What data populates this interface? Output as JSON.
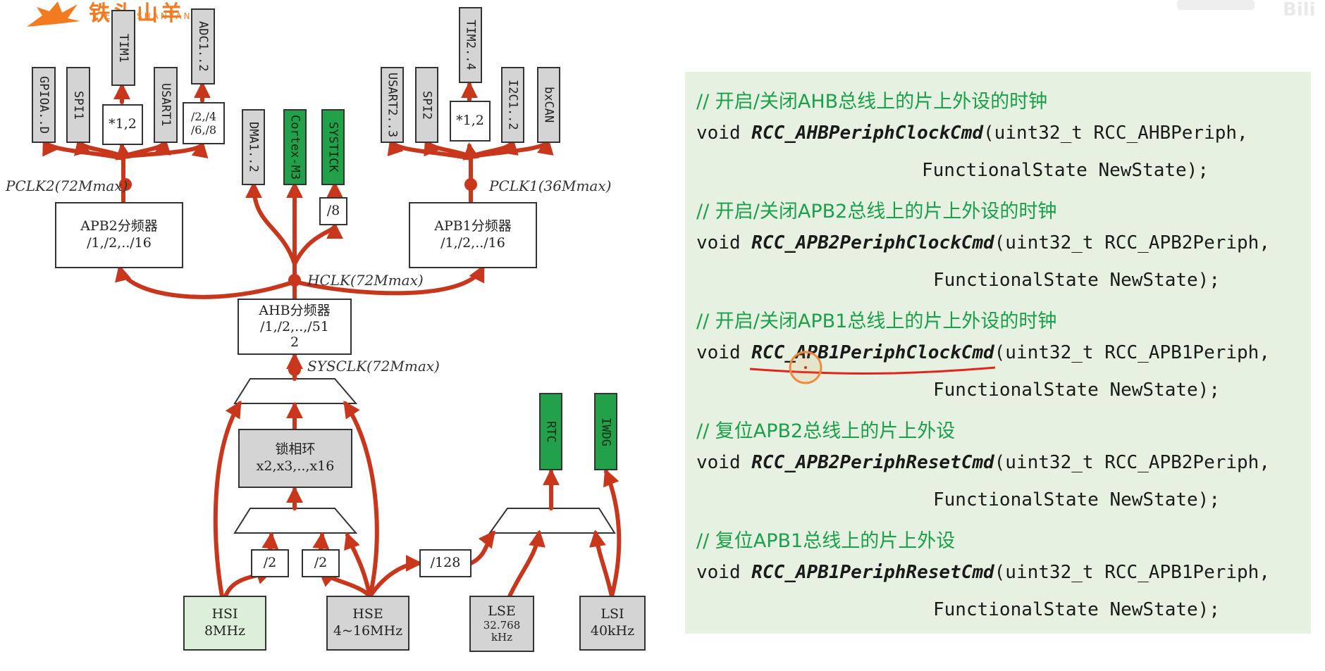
{
  "logo": {
    "text": "铁头山羊",
    "sub": "TIETOUSHANYANG"
  },
  "watermark": "Bili",
  "diagram": {
    "peripherals": {
      "gpio": "GPIOA..D",
      "spi1": "SPI1",
      "tim1": "TIM1",
      "usart1": "USART1",
      "adc": "ADC1..2",
      "dma": "DMA1..2",
      "cortex": "Cortex-M3",
      "systick": "SYSTICK",
      "usart23": "USART2..3",
      "spi2": "SPI2",
      "tim24": "TIM2..4",
      "i2c": "I2C1..2",
      "bxcan": "bxCAN",
      "rtc": "RTC",
      "iwdg": "IWDG"
    },
    "mult_apb2": "*1,2",
    "mult_apb1": "*1,2",
    "adc_div_line1": "/2,/4",
    "adc_div_line2": "/6,/8",
    "systick_div": "/8",
    "apb2": {
      "line1": "APB2分频器",
      "line2": "/1,/2,../16"
    },
    "apb1": {
      "line1": "APB1分频器",
      "line2": "/1,/2,../16"
    },
    "ahb": {
      "line1": "AHB分频器",
      "line2": "/1,/2,..,/51",
      "line3": "2"
    },
    "pll": {
      "line1": "锁相环",
      "line2": "x2,x3,..,x16"
    },
    "div2_a": "/2",
    "div2_b": "/2",
    "div128": "/128",
    "hsi": {
      "line1": "HSI",
      "line2": "8MHz"
    },
    "hse": {
      "line1": "HSE",
      "line2": "4~16MHz"
    },
    "lse": {
      "line1": "LSE",
      "line2": "32.768",
      "line3": "kHz"
    },
    "lsi": {
      "line1": "LSI",
      "line2": "40kHz"
    },
    "clocks": {
      "pclk2": "PCLK2(72Mmax)",
      "pclk1": "PCLK1(36Mmax)",
      "hclk": "HCLK(72Mmax)",
      "sysclk": "SYSCLK(72Mmax)"
    },
    "colors": {
      "arrow": "#c8361c",
      "green": "#22a04a",
      "gray": "#d4d4d4"
    }
  },
  "code": {
    "c1": "// 开启/关闭AHB总线上的片上外设的时钟",
    "f1_pre": "void ",
    "f1_name": "RCC_AHBPeriphClockCmd",
    "f1_args": "(uint32_t RCC_AHBPeriph,",
    "f1_cont": "FunctionalState NewState);",
    "c2": "// 开启/关闭APB2总线上的片上外设的时钟",
    "f2_pre": "void ",
    "f2_name": "RCC_APB2PeriphClockCmd",
    "f2_args": "(uint32_t RCC_APB2Periph,",
    "f2_cont": "FunctionalState NewState);",
    "c3": "// 开启/关闭APB1总线上的片上外设的时钟",
    "f3_pre": "void ",
    "f3_name": "RCC_APB1PeriphClockCmd",
    "f3_args": "(uint32_t RCC_APB1Periph,",
    "f3_cont": "FunctionalState NewState);",
    "c4": "// 复位APB2总线上的片上外设",
    "f4_pre": "void ",
    "f4_name": "RCC_APB2PeriphResetCmd",
    "f4_args": "(uint32_t RCC_APB2Periph,",
    "f4_cont": "FunctionalState NewState);",
    "c5": "// 复位APB1总线上的片上外设",
    "f5_pre": "void ",
    "f5_name": "RCC_APB1PeriphResetCmd",
    "f5_args": "(uint32_t RCC_APB1Periph,",
    "f5_cont": "FunctionalState NewState);"
  }
}
